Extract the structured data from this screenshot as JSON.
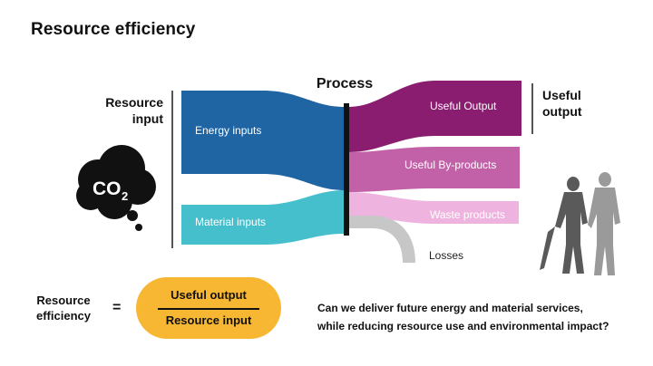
{
  "title": "Resource efficiency",
  "resource_input_label": [
    "Resource",
    "input"
  ],
  "useful_output_label": [
    "Useful",
    "output"
  ],
  "process_label": "Process",
  "co2_label": "CO",
  "co2_subscript": "2",
  "flows": {
    "energy_inputs": "Energy inputs",
    "material_inputs": "Material inputs",
    "useful_output": "Useful Output",
    "useful_byproducts": "Useful By-products",
    "waste_products": "Waste products",
    "losses": "Losses"
  },
  "colors": {
    "energy": "#1f64a3",
    "material": "#45bfcc",
    "useful_output": "#8a1d6f",
    "byproducts": "#c361a8",
    "waste": "#eeb3df",
    "losses": "#c7c7c7",
    "equation_pill": "#f7b733"
  },
  "equation": {
    "label": [
      "Resource",
      "efficiency"
    ],
    "equals": "=",
    "numerator": "Useful output",
    "denominator": "Resource input"
  },
  "question": [
    "Can we deliver future energy and material services,",
    "while reducing resource use and environmental impact?"
  ],
  "icons": [
    "co2-cloud-icon",
    "people-silhouette-icon"
  ]
}
